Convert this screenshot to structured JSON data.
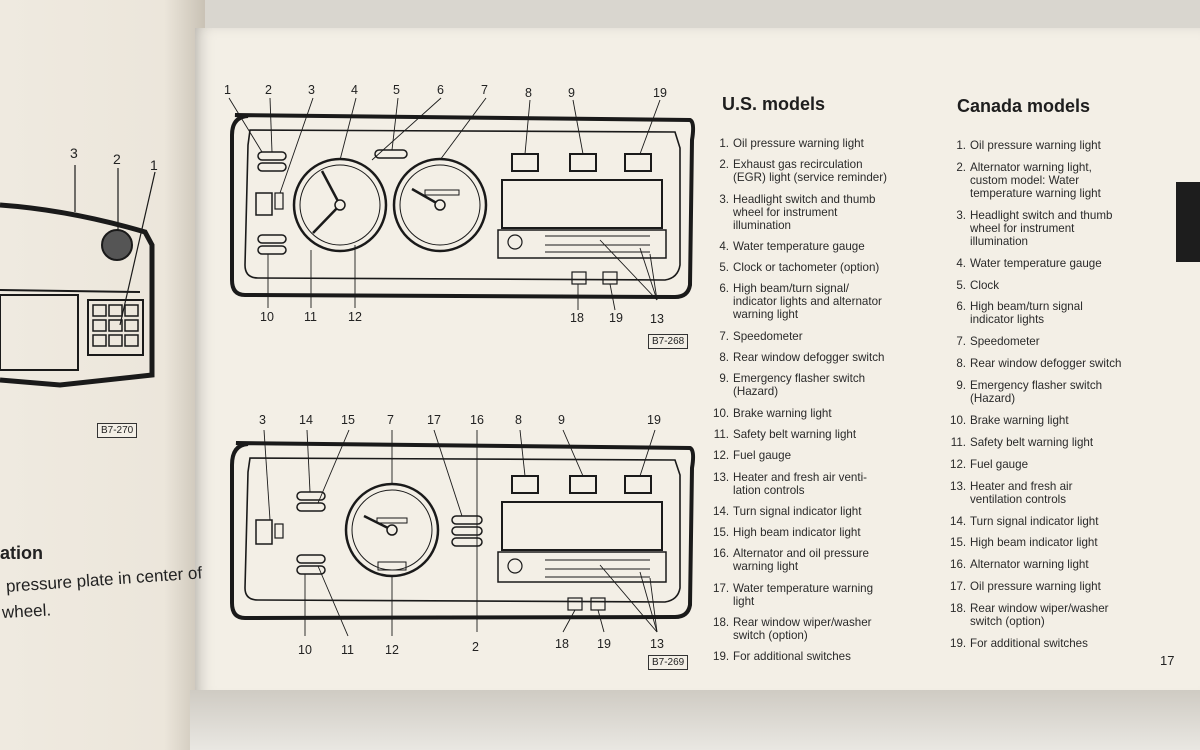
{
  "us": {
    "title": "U.S. models",
    "items": [
      {
        "n": "1.",
        "t": "Oil pressure warning light"
      },
      {
        "n": "2.",
        "t": "Exhaust gas recirculation\n(EGR) light (service reminder)"
      },
      {
        "n": "3.",
        "t": "Headlight switch and thumb\nwheel for instrument\nillumination"
      },
      {
        "n": "4.",
        "t": "Water temperature gauge"
      },
      {
        "n": "5.",
        "t": "Clock or tachometer (option)"
      },
      {
        "n": "6.",
        "t": "High beam/turn signal/\nindicator lights and alternator\nwarning light"
      },
      {
        "n": "7.",
        "t": "Speedometer"
      },
      {
        "n": "8.",
        "t": "Rear window defogger switch"
      },
      {
        "n": "9.",
        "t": "Emergency flasher switch\n(Hazard)"
      },
      {
        "n": "10.",
        "t": "Brake warning light"
      },
      {
        "n": "11.",
        "t": "Safety belt warning light"
      },
      {
        "n": "12.",
        "t": "Fuel gauge"
      },
      {
        "n": "13.",
        "t": "Heater and fresh air venti-\nlation controls"
      },
      {
        "n": "14.",
        "t": "Turn signal indicator light"
      },
      {
        "n": "15.",
        "t": "High beam indicator light"
      },
      {
        "n": "16.",
        "t": "Alternator and oil pressure\nwarning light"
      },
      {
        "n": "17.",
        "t": "Water temperature warning\nlight"
      },
      {
        "n": "18.",
        "t": "Rear window wiper/washer\nswitch (option)"
      },
      {
        "n": "19.",
        "t": "For additional switches"
      }
    ]
  },
  "canada": {
    "title": "Canada models",
    "items": [
      {
        "n": "1.",
        "t": "Oil pressure warning light"
      },
      {
        "n": "2.",
        "t": "Alternator warning light,\ncustom model: Water\ntemperature warning light"
      },
      {
        "n": "3.",
        "t": "Headlight switch and thumb\nwheel for instrument\nillumination"
      },
      {
        "n": "4.",
        "t": "Water temperature gauge"
      },
      {
        "n": "5.",
        "t": "Clock"
      },
      {
        "n": "6.",
        "t": "High beam/turn signal\nindicator lights"
      },
      {
        "n": "7.",
        "t": "Speedometer"
      },
      {
        "n": "8.",
        "t": "Rear window defogger switch"
      },
      {
        "n": "9.",
        "t": "Emergency flasher switch\n(Hazard)"
      },
      {
        "n": "10.",
        "t": "Brake warning light"
      },
      {
        "n": "11.",
        "t": "Safety belt warning light"
      },
      {
        "n": "12.",
        "t": "Fuel gauge"
      },
      {
        "n": "13.",
        "t": "Heater and fresh air\nventilation controls"
      },
      {
        "n": "14.",
        "t": "Turn signal indicator light"
      },
      {
        "n": "15.",
        "t": "High beam indicator light"
      },
      {
        "n": "16.",
        "t": "Alternator warning light"
      },
      {
        "n": "17.",
        "t": "Oil pressure warning light"
      },
      {
        "n": "18.",
        "t": "Rear window wiper/washer\nswitch (option)"
      },
      {
        "n": "19.",
        "t": "For additional switches"
      }
    ]
  },
  "page_number": "17",
  "figures": {
    "top_code": "B7-268",
    "bottom_code": "B7-269",
    "left_code": "B7-270",
    "top_labels": [
      "1",
      "2",
      "3",
      "4",
      "5",
      "6",
      "7",
      "8",
      "9",
      "19",
      "10",
      "11",
      "12",
      "18",
      "19",
      "13"
    ],
    "bottom_labels": [
      "3",
      "14",
      "15",
      "7",
      "17",
      "16",
      "8",
      "9",
      "19",
      "10",
      "11",
      "12",
      "2",
      "18",
      "19",
      "13"
    ],
    "left_labels": [
      "3",
      "2",
      "1"
    ]
  },
  "left_page": {
    "title_fragment": "ation",
    "line1": "pressure plate in center of",
    "line2": "wheel."
  }
}
